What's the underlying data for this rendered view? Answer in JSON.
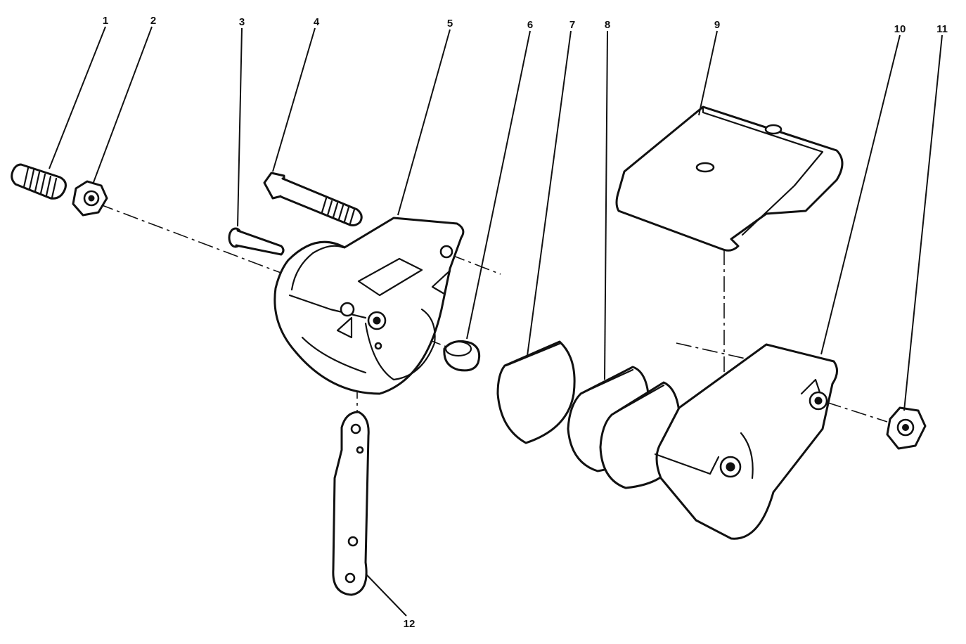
{
  "callouts": [
    {
      "id": "1",
      "label": "1"
    },
    {
      "id": "2",
      "label": "2"
    },
    {
      "id": "3",
      "label": "3"
    },
    {
      "id": "4",
      "label": "4"
    },
    {
      "id": "5",
      "label": "5"
    },
    {
      "id": "6",
      "label": "6"
    },
    {
      "id": "7",
      "label": "7"
    },
    {
      "id": "8",
      "label": "8"
    },
    {
      "id": "9",
      "label": "9"
    },
    {
      "id": "10",
      "label": "10"
    },
    {
      "id": "11",
      "label": "11"
    },
    {
      "id": "12",
      "label": "12"
    }
  ],
  "style": {
    "ink": "#111111",
    "paper": "#ffffff"
  }
}
